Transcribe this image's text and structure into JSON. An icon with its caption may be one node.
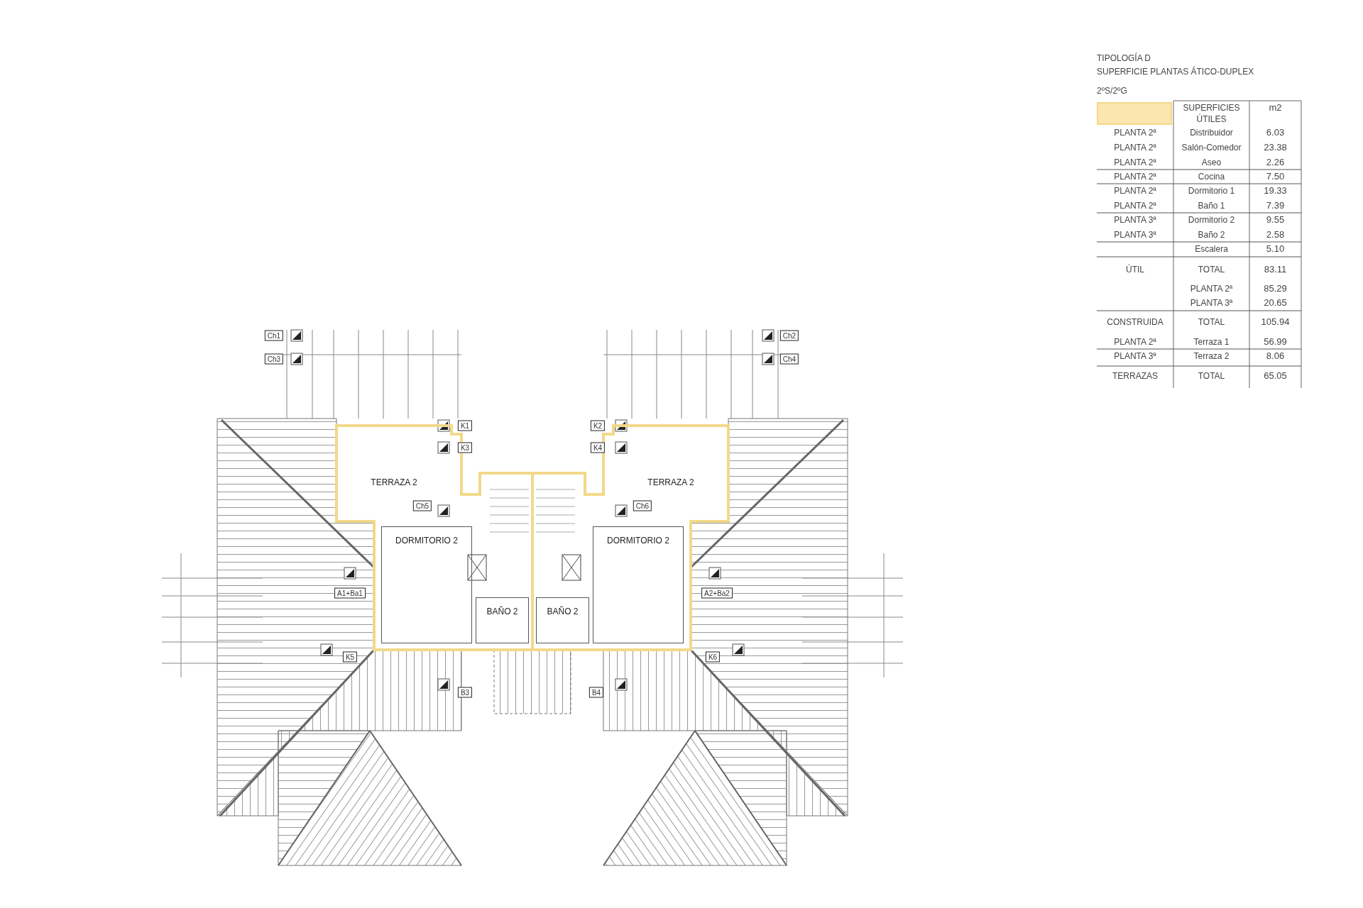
{
  "diagram": {
    "nodes": [
      {
        "text": [
          "TERRAZA 2"
        ]
      },
      {
        "text": [
          "DORMITORIO 2"
        ]
      },
      {
        "text": [
          "BAÑO 2"
        ]
      },
      {
        "text": [
          "BAÑO 2"
        ]
      },
      {
        "text": [
          "DORMITORIO 2"
        ]
      },
      {
        "text": [
          "TERRAZA 2"
        ]
      },
      {
        "text": [
          "Ch1"
        ]
      },
      {
        "text": [
          "Ch3"
        ]
      },
      {
        "text": [
          "Ch2"
        ]
      },
      {
        "text": [
          "Ch4"
        ]
      },
      {
        "text": [
          "K1"
        ]
      },
      {
        "text": [
          "K3"
        ]
      },
      {
        "text": [
          "K2"
        ]
      },
      {
        "text": [
          "K4"
        ]
      },
      {
        "text": [
          "Ch5"
        ]
      },
      {
        "text": [
          "Ch6"
        ]
      },
      {
        "text": [
          "A1+Ba1"
        ]
      },
      {
        "text": [
          "A2+Ba2"
        ]
      },
      {
        "text": [
          "K5"
        ]
      },
      {
        "text": [
          "K6"
        ]
      },
      {
        "text": [
          "B3"
        ]
      },
      {
        "text": [
          "B4"
        ]
      }
    ],
    "labels": [
      "TIPOLOGÍA D",
      "SUPERFICIE PLANTAS ÁTICO-DUPLEX",
      "2ºS/2ºG",
      "SUPERFICIES ÚTILES",
      "m2",
      "PLANTA 2ª",
      "Distribuidor",
      "6.03",
      "PLANTA 2ª",
      "Salón-Comedor",
      "23.38",
      "PLANTA 2ª",
      "Aseo",
      "2.26",
      "PLANTA 2ª",
      "Cocina",
      "7.50",
      "PLANTA 2ª",
      "Dormitorio 1",
      "19.33",
      "PLANTA 2ª",
      "Baño 1",
      "7.39",
      "PLANTA 3ª",
      "Dormitorio 2",
      "9.55",
      "PLANTA 3ª",
      "Baño 2",
      "2.58",
      "Escalera",
      "5.10",
      "ÚTIL",
      "TOTAL",
      "83.11",
      "PLANTA 2ª",
      "85.29",
      "PLANTA 3ª",
      "20.65",
      "CONSTRUIDA",
      "TOTAL",
      "105.94",
      "PLANTA 2ª",
      "Terraza 1",
      "56.99",
      "PLANTA 3ª",
      "Terraza 2",
      "8.06",
      "TERRAZAS",
      "TOTAL",
      "65.05"
    ]
  }
}
